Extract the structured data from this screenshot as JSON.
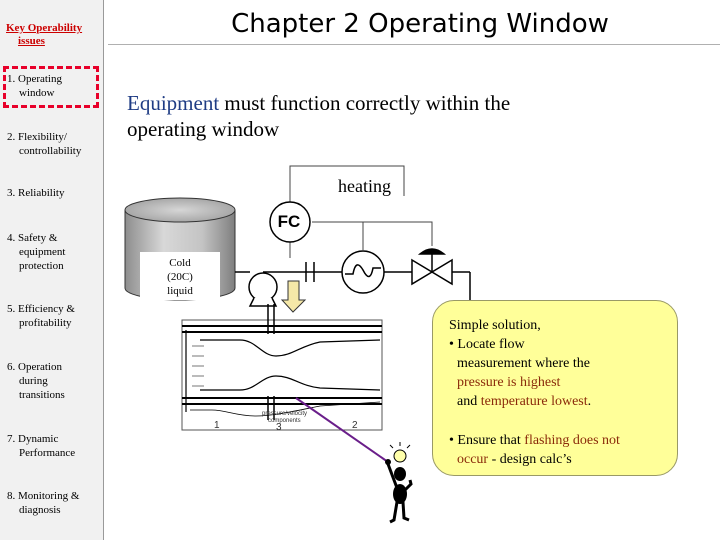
{
  "sidebar": {
    "title_line1": "Key Operability",
    "title_line2": "issues",
    "items": [
      {
        "line1": "1. Operating",
        "line2": "window"
      },
      {
        "line1": "2. Flexibility/",
        "line2": "controllability"
      },
      {
        "line1": "3. Reliability",
        "line2": ""
      },
      {
        "line1": "4. Safety &",
        "line2": "equipment",
        "line3": "protection"
      },
      {
        "line1": "5. Efficiency &",
        "line2": "profitability"
      },
      {
        "line1": "6. Operation",
        "line2": "during",
        "line3": "transitions"
      },
      {
        "line1": "7. Dynamic",
        "line2": "Performance"
      },
      {
        "line1": "8. Monitoring &",
        "line2": "diagnosis"
      }
    ]
  },
  "header": {
    "title": "Chapter 2 Operating Window"
  },
  "subhead": {
    "accent": "Equipment",
    "rest": " must function correctly within the",
    "line2": "operating window"
  },
  "diagram": {
    "heating": "heating",
    "controller": "FC",
    "tank_line1": "Cold",
    "tank_line2": "(20C)",
    "tank_line3": "liquid",
    "plot_caption_line1": "pressure/velocity",
    "plot_caption_line2": "components",
    "axis_marks": [
      "1",
      "3",
      "2"
    ]
  },
  "callout": {
    "line1": "Simple solution,",
    "line2": "• Locate flow",
    "line3": "measurement where the",
    "line4": "pressure is highest",
    "line5_pre": "and ",
    "line5_acc": "temperature lowest",
    "line5_post": ".",
    "line6_pre": "• Ensure that ",
    "line6_acc": "flashing does not",
    "line7_acc": "occur",
    "line7_post": " - design calc’s"
  },
  "colors": {
    "selection_border": "#e8002a",
    "sidebar_title": "#cc0000",
    "accent_blue": "#1f3c84",
    "callout_bg": "#ffff99",
    "pointer_line": "#6a1e8a"
  }
}
